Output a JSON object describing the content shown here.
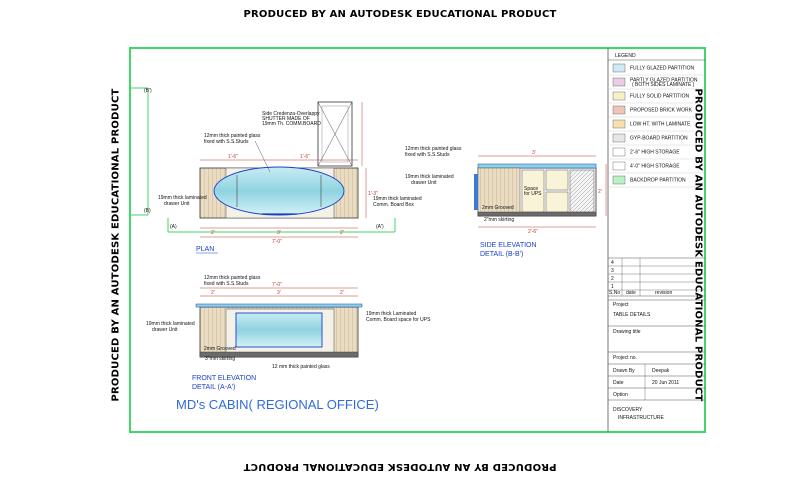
{
  "watermark": {
    "top": "PRODUCED BY AN AUTODESK EDUCATIONAL PRODUCT",
    "bottom": "PRODUCED BY AN AUTODESK EDUCATIONAL PRODUCT",
    "left": "PRODUCED BY AN AUTODESK EDUCATIONAL PRODUCT",
    "right": "PRODUCED BY AN AUTODESK EDUCATIONAL PRODUCT"
  },
  "plan": {
    "title": "PLAN",
    "section_b": "(B)",
    "section_b2": "(B')",
    "section_a": "(A)",
    "section_a2": "(A')",
    "note_glass": "12mm thick painted glass",
    "note_glass2": "fixed with S.S.Studs",
    "note_drawer": "19mm thick laminated",
    "note_drawer2": "drawer Unit",
    "note_board": "19mm thick laminated",
    "note_board2": "Comm. Board Box",
    "note_side1": "Side Credenza-Overlappy",
    "note_side2": "SHUTTER MADE OF",
    "note_side3": "19mm Th. COMM.BOARD",
    "dim_total": "7'-0\"",
    "dim_1": "2'",
    "dim_2": "3'",
    "dim_3": "2'",
    "dim_4": "1'-6\"",
    "dim_5": "1'-6\"",
    "dim_6": "1'-3\""
  },
  "side": {
    "title": "SIDE  ELEVATION",
    "title2": "DETAIL (B-B')",
    "note_glass": "12mm thick painted glass",
    "note_glass2": "fixed with S.S.Studs",
    "note_drawer": "19mm thick laminated",
    "note_drawer2": "drawer Unit",
    "note_space": "Space",
    "note_space2": "for UPS",
    "label_drawer": "2mm Grooved",
    "label_skirt": "2\"mm skirting",
    "dim_1": "3'",
    "dim_2": "2'-6\"",
    "dim_3": "2'"
  },
  "front": {
    "title": "FRONT ELEVATION",
    "title2": "DETAIL (A-A')",
    "note_glass": "12mm thick painted glass",
    "note_glass2": "fixed with S.S.Studs",
    "note_drawer": "19mm thick laminated",
    "note_drawer2": "drawer Unit",
    "note_board": "19mm thick Laminated",
    "note_board2": "Comm. Board space for UPS",
    "note_glass_bottom": "12 mm thick painted glass",
    "label_drawer": "2mm Grooved",
    "label_skirt": "3\"mm skirting",
    "dim_total": "7'-0\"",
    "dim_1": "2'",
    "dim_2": "3'",
    "dim_3": "2'"
  },
  "drawing_name": "MD's CABIN( REGIONAL OFFICE)",
  "legend": {
    "title": "LEGEND",
    "items": [
      {
        "label": "FULLY GLAZED PARTITION",
        "color": "#cfe8f3"
      },
      {
        "label": "PARTLY GLAZED PARTITION",
        "label2": "( BOTH SIDES LAMINATE )",
        "color": "#e8cde3"
      },
      {
        "label": "FULLY SOLID PARTITION",
        "color": "#f7f0c4"
      },
      {
        "label": "PROPOSED BRICK WORK",
        "color": "#f1c4b8"
      },
      {
        "label": "LOW HT. WITH LAMINATE",
        "color": "#f7dfb0"
      },
      {
        "label": "GYP-BOARD PARTITION",
        "color": "#e6e6e6"
      },
      {
        "label": "2'-6\" HIGH STORAGE",
        "color": "#ffffff"
      },
      {
        "label": "4'-0\" HIGH STORAGE",
        "color": "#ffffff"
      },
      {
        "label": "BACKDROP PARTITION",
        "color": "#b9f0c4"
      }
    ]
  },
  "revision": {
    "rows": [
      "4",
      "3",
      "2",
      "1"
    ],
    "col_no": "S.No",
    "col_date": "date",
    "col_rev": "revision"
  },
  "title_block": {
    "project_label": "Project",
    "project_value": "TABLE DETAILS",
    "drawing_title_label": "Drawing title",
    "project_no_label": "Project no.",
    "drawn_by_label": "Drawn By",
    "drawn_by_value": "Deepak",
    "date_label": "Date",
    "date_value": "20 Jun 2011",
    "option_label": "Option",
    "company_line1": "DISCOVERY",
    "company_line2": "INFRASTRUCTURE"
  }
}
